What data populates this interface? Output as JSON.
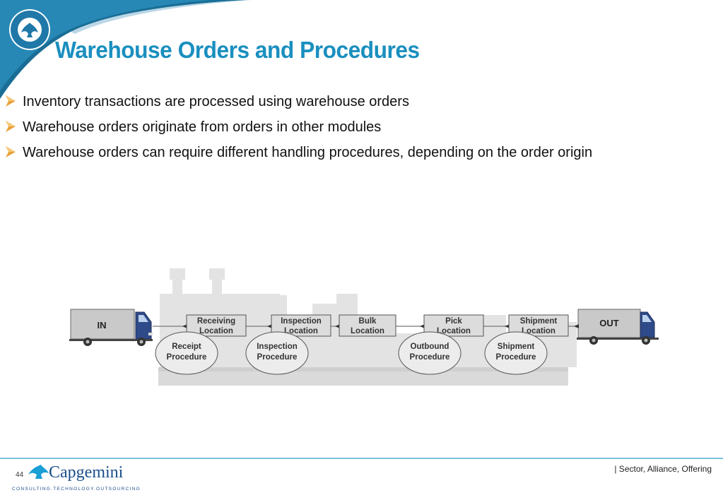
{
  "slide": {
    "title": "Warehouse Orders and Procedures",
    "bullets": [
      "Inventory transactions are processed using warehouse orders",
      "Warehouse orders originate from orders in other modules",
      "Warehouse orders can require different handling procedures, depending on the order origin"
    ]
  },
  "diagram": {
    "trucks": {
      "in": "IN",
      "out": "OUT"
    },
    "locations": [
      [
        "Receiving",
        "Location"
      ],
      [
        "Inspection",
        "Location"
      ],
      [
        "Bulk",
        "Location"
      ],
      [
        "Pick",
        "Location"
      ],
      [
        "Shipment",
        "Location"
      ]
    ],
    "procedures": [
      [
        "Receipt",
        "Procedure"
      ],
      [
        "Inspection",
        "Procedure"
      ],
      [
        "Outbound",
        "Procedure"
      ],
      [
        "Shipment",
        "Procedure"
      ]
    ]
  },
  "footer": {
    "page_number": "44",
    "brand": "Capgemini",
    "tagline": "CONSULTING.TECHNOLOGY.OUTSOURCING",
    "right_text": "| Sector, Alliance, Offering"
  },
  "colors": {
    "title": "#1a8fbf",
    "brand": "#1b4f8c",
    "accent_line": "#7bc4dc",
    "bullet_arrow": "#e8a13a"
  },
  "icons": {
    "bullet": "arrowhead-bullet-icon",
    "corner_badge": "collaborative-business-experience-badge-icon",
    "brand_logo": "capgemini-spade-logo-icon"
  }
}
